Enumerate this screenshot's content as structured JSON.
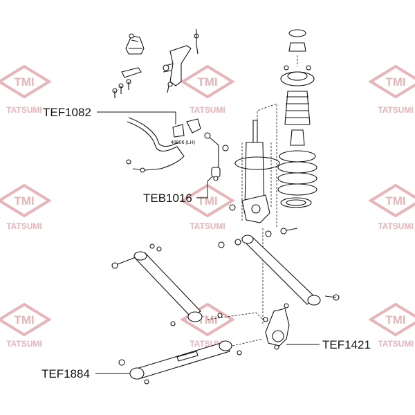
{
  "watermark": {
    "logo_text": "TMI",
    "brand_text": "TATSUMI",
    "color": "#e8b4b8"
  },
  "callouts": {
    "tef1082": "TEF1082",
    "teb1016": "TEB1016",
    "tef1421": "TEF1421",
    "tef1884": "TEF1884"
  },
  "inline_note": "48806 (LH)"
}
